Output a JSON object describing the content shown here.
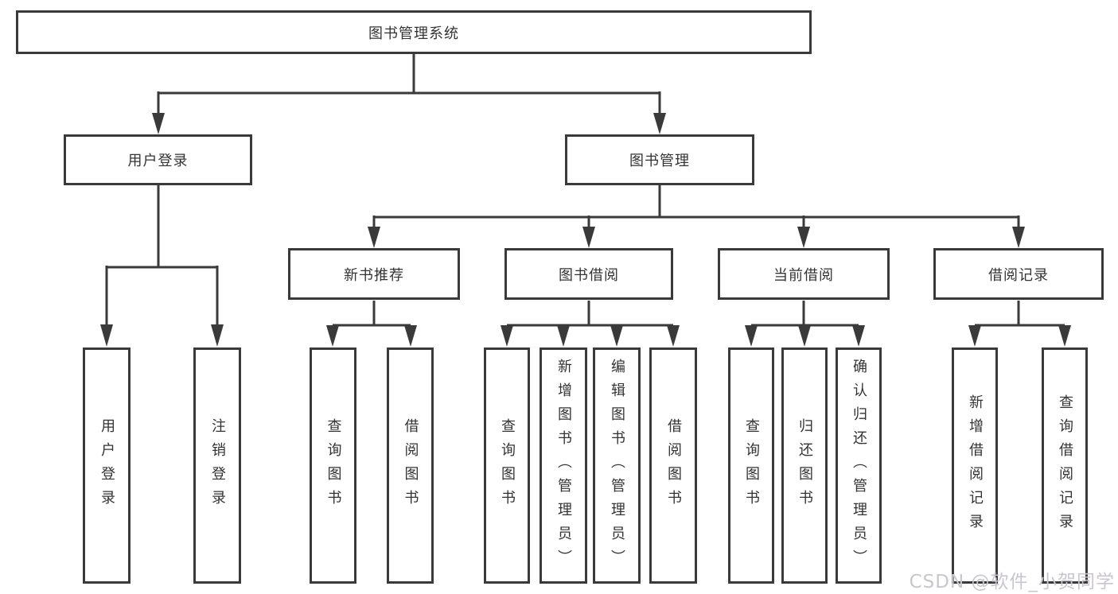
{
  "diagram": {
    "type": "hierarchy-tree",
    "title": "图书管理系统",
    "hierarchy": {
      "图书管理系统": {
        "用户登录": [
          "用户登录",
          "注销登录"
        ],
        "图书管理": {
          "新书推荐": [
            "查询图书",
            "借阅图书"
          ],
          "图书借阅": [
            "查询图书",
            "新增图书（管理员）",
            "编辑图书（管理员）",
            "借阅图书"
          ],
          "当前借阅": [
            "查询图书",
            "归还图书",
            "确认归还（管理员）"
          ],
          "借阅记录": [
            "新增借阅记录",
            "查询借阅记录"
          ]
        }
      }
    }
  },
  "nodes": {
    "root": {
      "label": "图书管理系统"
    },
    "user_login": {
      "label": "用户登录"
    },
    "book_mgmt": {
      "label": "图书管理"
    },
    "new_book_rec": {
      "label": "新书推荐"
    },
    "book_borrow": {
      "label": "图书借阅"
    },
    "current_borrow": {
      "label": "当前借阅"
    },
    "borrow_records": {
      "label": "借阅记录"
    },
    "leaf_user_login": {
      "label": "用户登录"
    },
    "leaf_logout": {
      "label": "注销登录"
    },
    "leaf_query_book_1": {
      "label": "查询图书"
    },
    "leaf_borrow_book_1": {
      "label": "借阅图书"
    },
    "leaf_query_book_2": {
      "label": "查询图书"
    },
    "leaf_add_book": {
      "label": "新增图书（管理员）"
    },
    "leaf_edit_book": {
      "label": "编辑图书（管理员）"
    },
    "leaf_borrow_book_2": {
      "label": "借阅图书"
    },
    "leaf_query_book_3": {
      "label": "查询图书"
    },
    "leaf_return_book": {
      "label": "归还图书"
    },
    "leaf_confirm_return": {
      "label": "确认归还（管理员）"
    },
    "leaf_add_record": {
      "label": "新增借阅记录"
    },
    "leaf_query_record": {
      "label": "查询借阅记录"
    }
  },
  "watermark": {
    "text": "CSDN @软件_小贺同学"
  },
  "colors": {
    "line": "#3a3a3a",
    "text": "#333333",
    "background": "#ffffff",
    "watermark": "#c9c6cd"
  }
}
